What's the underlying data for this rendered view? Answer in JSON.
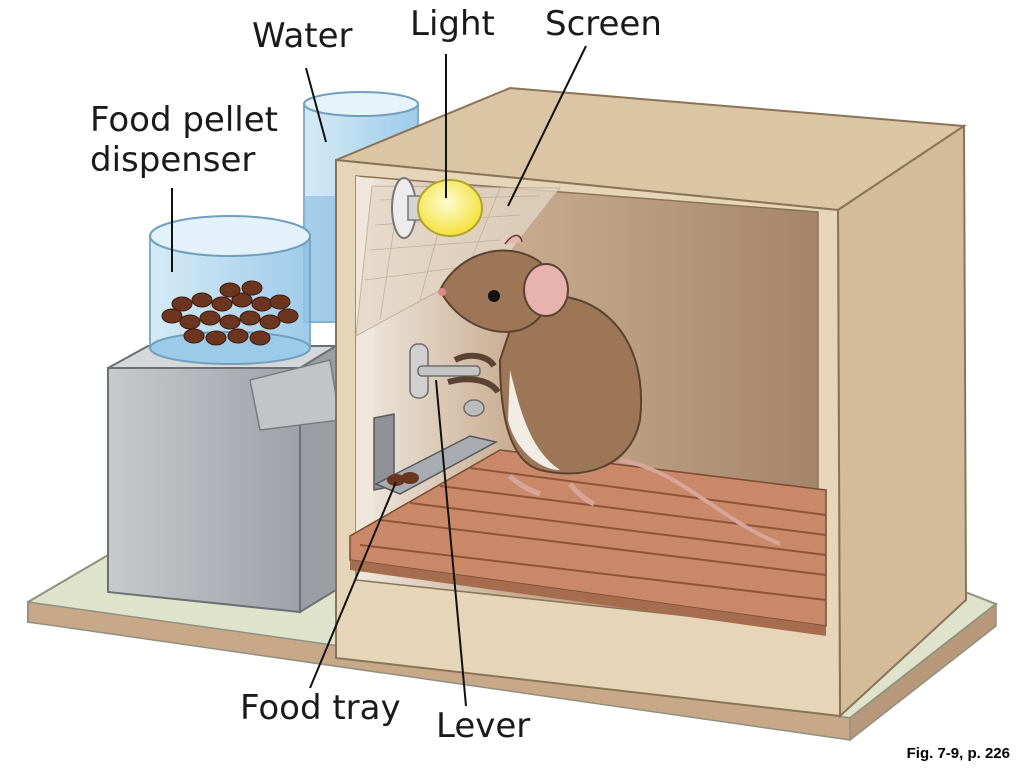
{
  "labels": {
    "water": "Water",
    "light": "Light",
    "screen": "Screen",
    "food_pellet_dispenser": "Food pellet\ndispenser",
    "food_tray": "Food tray",
    "lever": "Lever"
  },
  "caption": "Fig. 7-9, p. 226",
  "colors": {
    "box_wood": "#e6d5b8",
    "interior": "#b89a7e",
    "grid_floor": "#c98968",
    "base_board": "#dfe3cc",
    "metal": "#b9bcc0",
    "water": "#a9d3ee",
    "bulb": "#f6ec5a",
    "pellets": "#6b3520",
    "mouse_fur": "#9d7657",
    "mouse_belly": "#f1ece4"
  }
}
